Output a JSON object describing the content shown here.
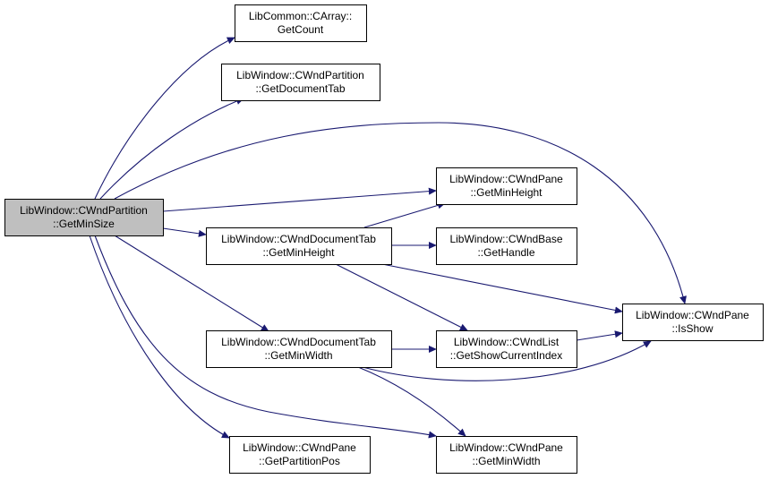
{
  "diagram": {
    "type": "call-graph",
    "colors": {
      "edge": "#191970",
      "node_fill": "#ffffff",
      "root_fill": "#bfbfbf",
      "node_stroke": "#000000"
    },
    "nodes": [
      {
        "id": "root",
        "line1": "LibWindow::CWndPartition",
        "line2": "::GetMinSize",
        "root": true
      },
      {
        "id": "carray_getcount",
        "line1": "LibCommon::CArray::",
        "line2": "GetCount"
      },
      {
        "id": "partition_getdocumenttab",
        "line1": "LibWindow::CWndPartition",
        "line2": "::GetDocumentTab"
      },
      {
        "id": "pane_getminheight",
        "line1": "LibWindow::CWndPane",
        "line2": "::GetMinHeight"
      },
      {
        "id": "doctab_getminheight",
        "line1": "LibWindow::CWndDocumentTab",
        "line2": "::GetMinHeight"
      },
      {
        "id": "base_gethandle",
        "line1": "LibWindow::CWndBase",
        "line2": "::GetHandle"
      },
      {
        "id": "pane_isshow",
        "line1": "LibWindow::CWndPane",
        "line2": "::IsShow"
      },
      {
        "id": "doctab_getminwidth",
        "line1": "LibWindow::CWndDocumentTab",
        "line2": "::GetMinWidth"
      },
      {
        "id": "list_getshowcurrentindex",
        "line1": "LibWindow::CWndList",
        "line2": "::GetShowCurrentIndex"
      },
      {
        "id": "pane_getpartitionpos",
        "line1": "LibWindow::CWndPane",
        "line2": "::GetPartitionPos"
      },
      {
        "id": "pane_getminwidth",
        "line1": "LibWindow::CWndPane",
        "line2": "::GetMinWidth"
      }
    ],
    "edges": [
      {
        "from": "root",
        "to": "carray_getcount"
      },
      {
        "from": "root",
        "to": "partition_getdocumenttab"
      },
      {
        "from": "root",
        "to": "pane_isshow"
      },
      {
        "from": "root",
        "to": "pane_getminheight"
      },
      {
        "from": "root",
        "to": "doctab_getminheight"
      },
      {
        "from": "root",
        "to": "doctab_getminwidth"
      },
      {
        "from": "root",
        "to": "pane_getpartitionpos"
      },
      {
        "from": "root",
        "to": "pane_getminwidth"
      },
      {
        "from": "doctab_getminheight",
        "to": "pane_getminheight"
      },
      {
        "from": "doctab_getminheight",
        "to": "base_gethandle"
      },
      {
        "from": "doctab_getminheight",
        "to": "pane_isshow"
      },
      {
        "from": "doctab_getminheight",
        "to": "list_getshowcurrentindex"
      },
      {
        "from": "doctab_getminwidth",
        "to": "list_getshowcurrentindex"
      },
      {
        "from": "doctab_getminwidth",
        "to": "pane_isshow"
      },
      {
        "from": "doctab_getminwidth",
        "to": "pane_getminwidth"
      },
      {
        "from": "list_getshowcurrentindex",
        "to": "pane_isshow"
      }
    ]
  }
}
